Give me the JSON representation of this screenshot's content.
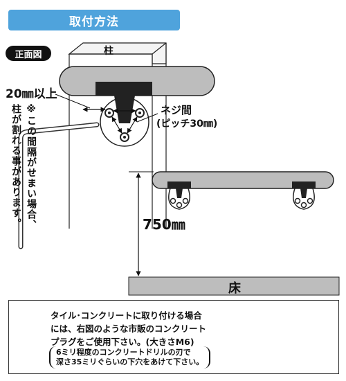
{
  "title": "取付方法",
  "view_badge": "正面図",
  "pillar_label": "柱",
  "clearance_label": "20㎜以上",
  "pillar_note_line1": "※この間隔がせまい場合、",
  "pillar_note_line2": "柱が割れる事があります。",
  "screw_pitch_line1": "ネジ間",
  "screw_pitch_line2": "(ピッチ30㎜)",
  "height_label": "750㎜",
  "floor_label": "床",
  "info": {
    "line1": "タイル･コンクリートに取り付ける場合",
    "line2": "には、右図のような市販のコンクリート",
    "line3": "プラグをご使用下さい。(大きさM6)",
    "sub_line1": "6ミリ程度のコンクリートドリルの刃で",
    "sub_line2": "深さ35ミリぐらいの下穴をあけて下さい。"
  },
  "colors": {
    "title_bg": "#4fa3dc",
    "rail": "#bdbdbd",
    "floor": "#bdbdbd",
    "bracket": "#222222"
  }
}
